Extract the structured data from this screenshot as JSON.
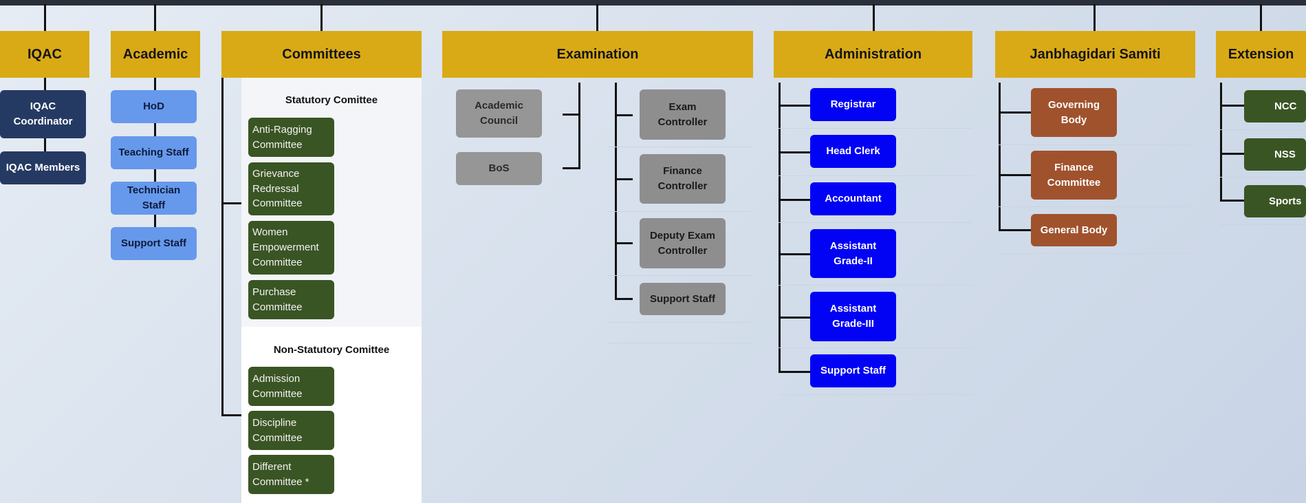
{
  "colors": {
    "header": "#d9aa16",
    "iqac": "#253a63",
    "academic": "#6699ec",
    "committee": "#3a5524",
    "examination": "#8e8e8e",
    "administration": "#0202f5",
    "janbhagidari": "#a0522d",
    "extension": "#3a5524"
  },
  "headers": {
    "iqac": "IQAC",
    "academic": "Academic",
    "committees": "Committees",
    "examination": "Examination",
    "administration": "Administration",
    "janbhagidari": "Janbhagidari Samiti",
    "extension": "Extension"
  },
  "iqac": [
    "IQAC Coordinator",
    "IQAC Members"
  ],
  "academic": [
    "HoD",
    "Teaching Staff",
    "Technician Staff",
    "Support Staff"
  ],
  "committees": {
    "statutory_title": "Statutory Comittee",
    "statutory": [
      "Anti-Ragging Committee",
      "Grievance Redressal Committee",
      "Women Empowerment Committee",
      "Purchase Committee"
    ],
    "non_statutory_title": "Non-Statutory Comittee",
    "non_statutory": [
      "Admission Committee",
      "Discipline Committee",
      "Different Committee *"
    ]
  },
  "examination": {
    "left": [
      "Academic Council",
      "BoS"
    ],
    "right": [
      "Exam Controller",
      "Finance Controller",
      "Deputy Exam Controller",
      "Support Staff"
    ]
  },
  "administration": [
    "Registrar",
    "Head Clerk",
    "Accountant",
    "Assistant Grade-II",
    "Assistant Grade-III",
    "Support Staff"
  ],
  "janbhagidari": [
    "Governing Body",
    "Finance Committee",
    "General Body"
  ],
  "extension": [
    "NCC",
    "NSS",
    "Sports"
  ]
}
